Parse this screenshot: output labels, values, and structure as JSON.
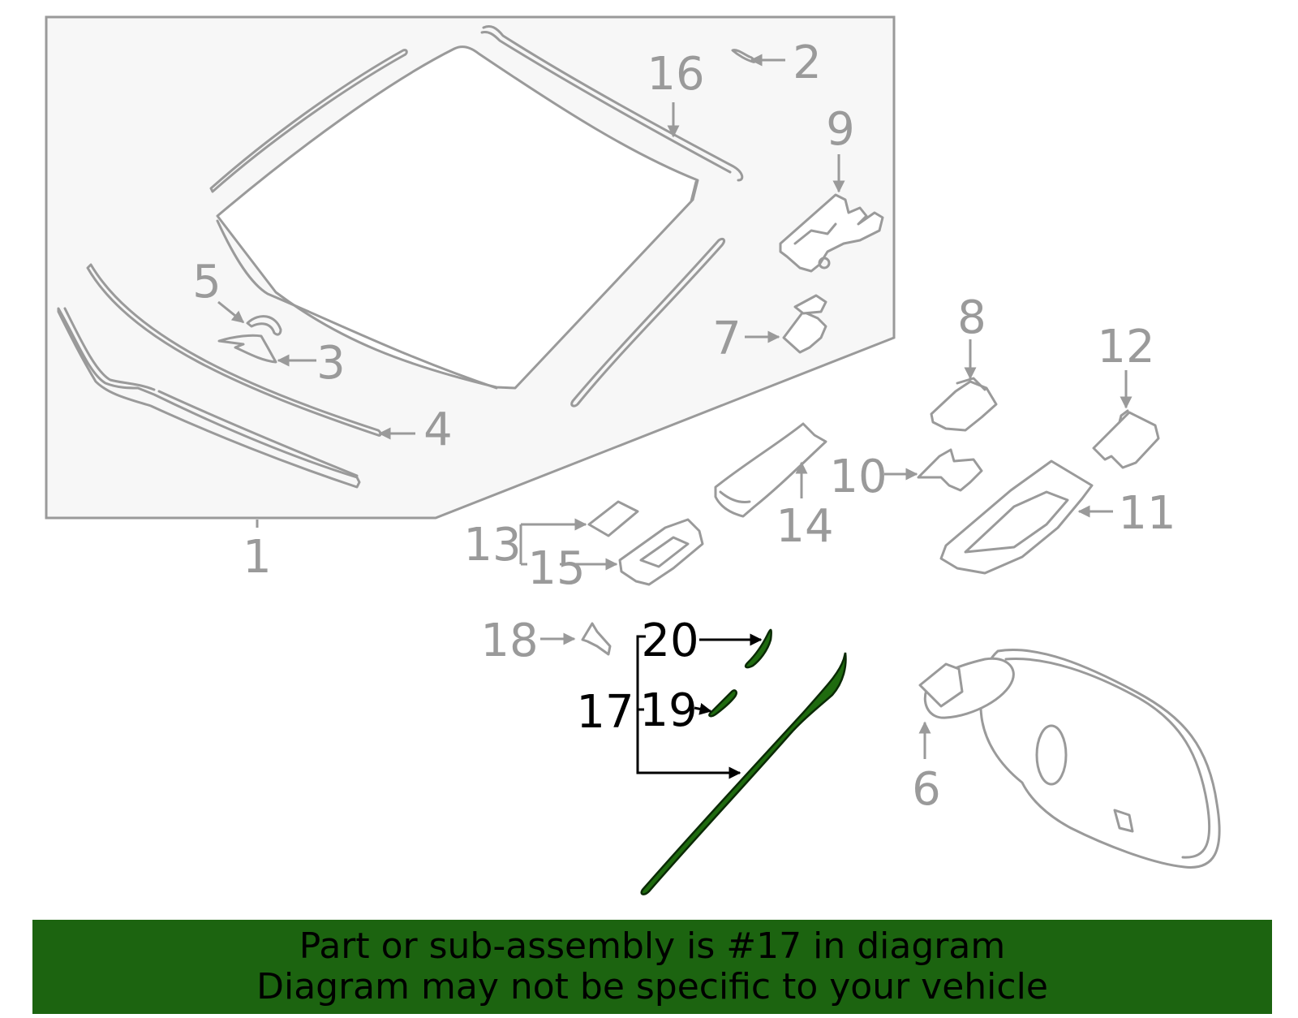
{
  "colors": {
    "highlight": "#1f6b0f",
    "highlight_outline": "#0a2a05",
    "banner": "#1c6410",
    "part_stroke": "#9a9a9a",
    "label_gray": "#9a9a9a",
    "label_highlight": "#000000",
    "panel_fill": "#f7f7f7"
  },
  "labels": [
    {
      "id": "1",
      "text": "1",
      "highlighted": false
    },
    {
      "id": "2",
      "text": "2",
      "highlighted": false
    },
    {
      "id": "3",
      "text": "3",
      "highlighted": false
    },
    {
      "id": "4",
      "text": "4",
      "highlighted": false
    },
    {
      "id": "5",
      "text": "5",
      "highlighted": false
    },
    {
      "id": "6",
      "text": "6",
      "highlighted": false
    },
    {
      "id": "7",
      "text": "7",
      "highlighted": false
    },
    {
      "id": "8",
      "text": "8",
      "highlighted": false
    },
    {
      "id": "9",
      "text": "9",
      "highlighted": false
    },
    {
      "id": "10",
      "text": "10",
      "highlighted": false
    },
    {
      "id": "11",
      "text": "11",
      "highlighted": false
    },
    {
      "id": "12",
      "text": "12",
      "highlighted": false
    },
    {
      "id": "13",
      "text": "13",
      "highlighted": false
    },
    {
      "id": "14",
      "text": "14",
      "highlighted": false
    },
    {
      "id": "15",
      "text": "15",
      "highlighted": false
    },
    {
      "id": "16",
      "text": "16",
      "highlighted": false
    },
    {
      "id": "17",
      "text": "17",
      "highlighted": true
    },
    {
      "id": "18",
      "text": "18",
      "highlighted": false
    },
    {
      "id": "19",
      "text": "19",
      "highlighted": true
    },
    {
      "id": "20",
      "text": "20",
      "highlighted": true
    }
  ],
  "banner": {
    "line1": "Part or sub-assembly is #17 in diagram",
    "line2": "Diagram may not be specific to your vehicle"
  }
}
